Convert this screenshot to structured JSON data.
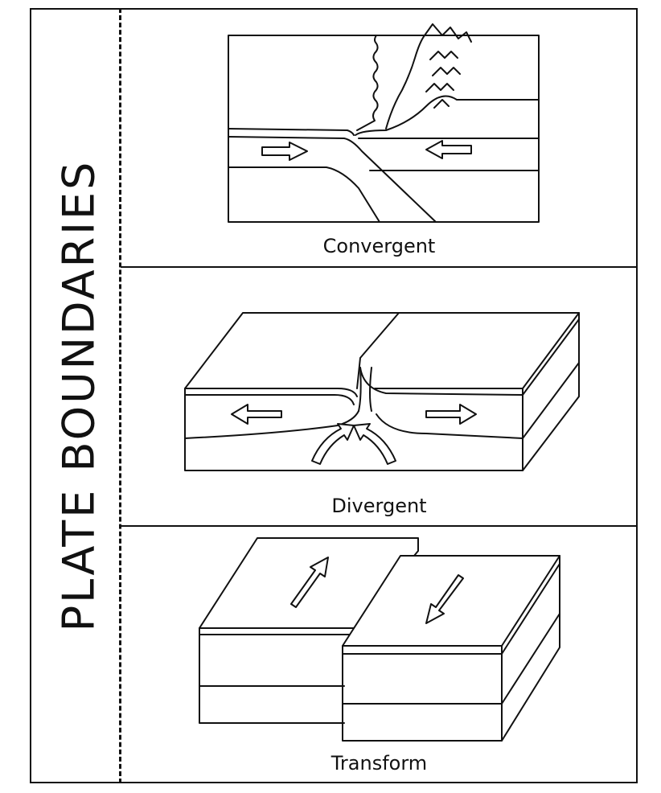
{
  "title": "PLATE BOUNDARIES",
  "panels": [
    {
      "label": "Convergent"
    },
    {
      "label": "Divergent"
    },
    {
      "label": "Transform"
    }
  ]
}
